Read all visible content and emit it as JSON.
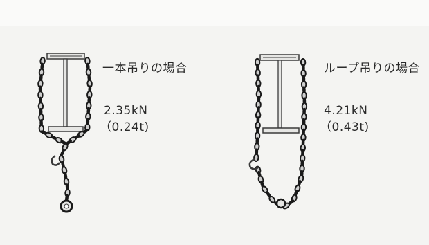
{
  "cases": [
    {
      "title": "一本吊りの場合",
      "load_kn": "2.35kN",
      "load_t": "（0.24t)"
    },
    {
      "title": "ループ吊りの場合",
      "load_kn": "4.21kN",
      "load_t": "（0.43t)"
    }
  ],
  "colors": {
    "chain_dark": "#1a1a1a",
    "chain_light": "#cfcfcf",
    "frame": "#3a3a3a",
    "frame_fill": "#e6e6e4",
    "text": "#2a2a2a"
  }
}
